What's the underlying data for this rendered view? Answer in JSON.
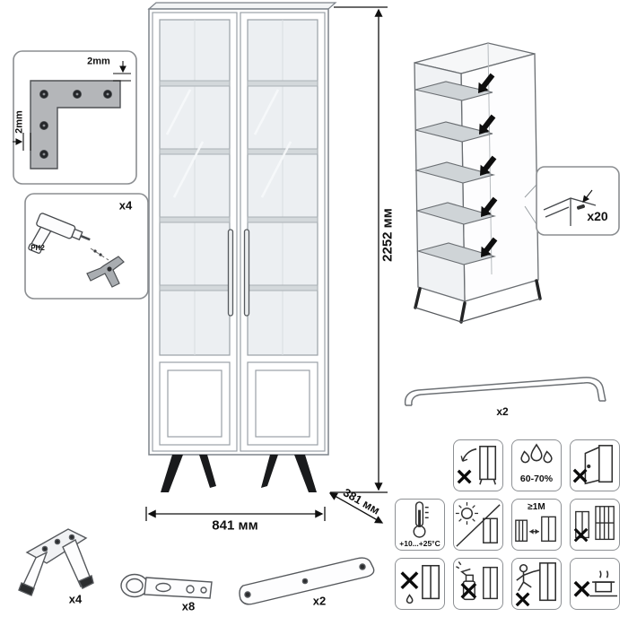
{
  "dimensions": {
    "height": "2252 мм",
    "width": "841 мм",
    "depth": "381 мм"
  },
  "callouts": {
    "bracket_top_gap": "2mm",
    "bracket_side_gap": "2mm",
    "tool_qty": "x4",
    "tool_bit": "PH2",
    "shelf_pin_qty": "x20",
    "handle_qty": "x2"
  },
  "parts": {
    "leg_qty": "x4",
    "hinge_qty": "x8",
    "stretcher_qty": "x2"
  },
  "care": {
    "humidity": "60-70%",
    "temperature": "+10...+25°C",
    "min_distance": "≥1M"
  }
}
